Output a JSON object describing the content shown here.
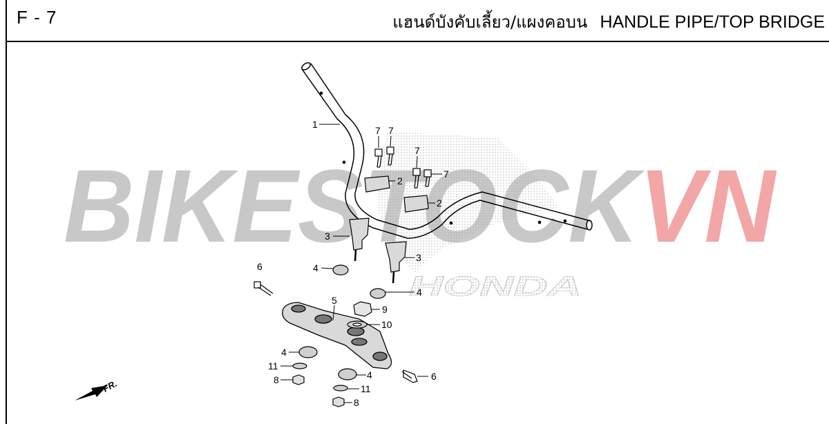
{
  "header": {
    "code": "F - 7",
    "title_th": "แฮนด์บังคับเลี้ยว/แผงคอบน",
    "title_en": "HANDLE PIPE/TOP BRIDGE"
  },
  "watermark": {
    "brand_part1": "BIKESTOCK",
    "brand_part2": "VN",
    "logo_text": "HONDA",
    "color_gray": "#c8c8c8",
    "color_red": "#f2a6a6"
  },
  "direction_label": "FR.",
  "callouts": {
    "c1": "1",
    "c7a": "7",
    "c7b": "7",
    "c7c": "7",
    "c7d": "7",
    "c2a": "2",
    "c2b": "2",
    "c3a": "3",
    "c3b": "3",
    "c4a": "4",
    "c4b": "4",
    "c4c": "4",
    "c4d": "4",
    "c6a": "6",
    "c6b": "6",
    "c5": "5",
    "c9": "9",
    "c10": "10",
    "c11a": "11",
    "c11b": "11",
    "c8a": "8",
    "c8b": "8"
  }
}
